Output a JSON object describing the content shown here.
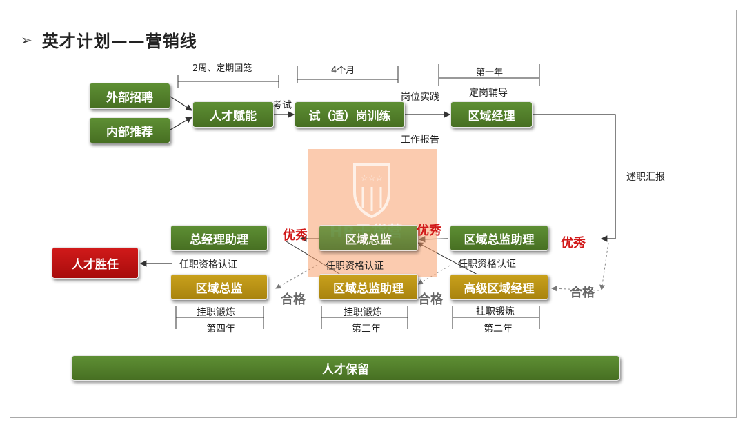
{
  "title": "英才计划——营销线",
  "boxes": {
    "external_recruit": "外部招聘",
    "internal_recommend": "内部推荐",
    "talent_empower": "人才赋能",
    "probation_training": "试（适）岗训练",
    "regional_manager": "区域经理",
    "gm_assistant": "总经理助理",
    "regional_director": "区域总监",
    "regional_director_wm": "区域总监",
    "regional_director_assistant_top": "区域总监助理",
    "regional_director_assistant_mid": "区域总监助理",
    "senior_regional_manager": "高级区域经理",
    "talent_competent": "人才胜任",
    "talent_retention": "人才保留"
  },
  "labels": {
    "span1": "2周、定期回笼",
    "span2": "4个月",
    "span3": "第一年",
    "exam": "考试",
    "post_practice": "岗位实践",
    "on_post_coaching": "定岗辅导",
    "work_report": "工作报告",
    "debrief_report": "述职汇报",
    "qual_cert_left": "任职资格认证",
    "qual_cert_mid": "任职资格认证",
    "qual_cert_right": "任职资格认证",
    "excellent_1": "优秀",
    "excellent_2": "优秀",
    "excellent_3": "优秀",
    "pass_1": "合格",
    "pass_2": "合格",
    "pass_3": "合格",
    "temp_training_1": "挂职锻炼",
    "temp_training_2": "挂职锻炼",
    "temp_training_3": "挂职锻炼",
    "year4": "第四年",
    "year3": "第三年",
    "year2": "第二年"
  },
  "watermark": "HR干货营",
  "colors": {
    "green": "#4f7a27",
    "gold": "#b8900f",
    "red": "#c41212",
    "watermark": "#f7a66f"
  }
}
